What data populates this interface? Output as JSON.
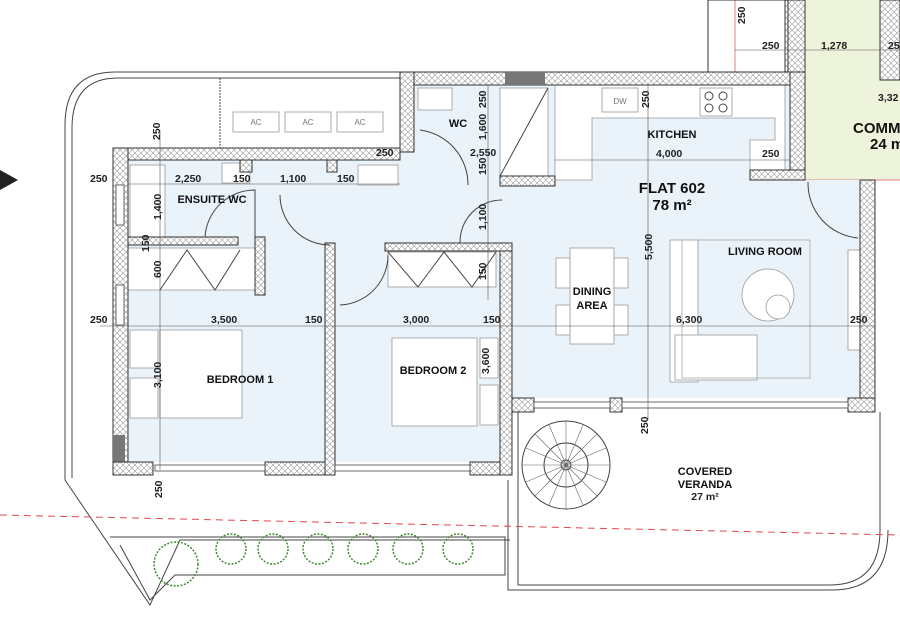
{
  "colors": {
    "floor": "#eaf3fa",
    "common_area": "#eef3dc",
    "wall_hatch": "#888888",
    "boundary_dashed": "#e0484f",
    "plants": "#3f8a2e"
  },
  "flat": {
    "name": "FLAT 602",
    "area": "78 m²"
  },
  "rooms": {
    "ensuite_wc": "ENSUITE WC",
    "wc": "WC",
    "kitchen": "KITCHEN",
    "living_room": "LIVING ROOM",
    "dining_line1": "DINING",
    "dining_line2": "AREA",
    "bedroom1": "BEDROOM 1",
    "bedroom2": "BEDROOM 2",
    "veranda_line1": "COVERED",
    "veranda_line2": "VERANDA",
    "veranda_area": "27 m²",
    "common_line1": "COMM",
    "common_line2": "24 m"
  },
  "fixtures": {
    "ac": [
      "AC",
      "AC",
      "AC"
    ],
    "dishwasher": "DW"
  },
  "dimensions": [
    "250",
    "250",
    "2,250",
    "150",
    "1,100",
    "150",
    "250",
    "250",
    "1,600",
    "2,550",
    "150",
    "1,400",
    "150",
    "600",
    "1,100",
    "150",
    "250",
    "3,500",
    "150",
    "3,000",
    "150",
    "6,300",
    "250",
    "3,100",
    "3,600",
    "5,500",
    "250",
    "250",
    "250",
    "4,000",
    "250",
    "250",
    "250",
    "1,278",
    "250",
    "3,32"
  ],
  "icons": {
    "entrance_arrow": "arrow-right-triangle",
    "staircase": "spiral-staircase",
    "plant": "shrub-circle"
  }
}
